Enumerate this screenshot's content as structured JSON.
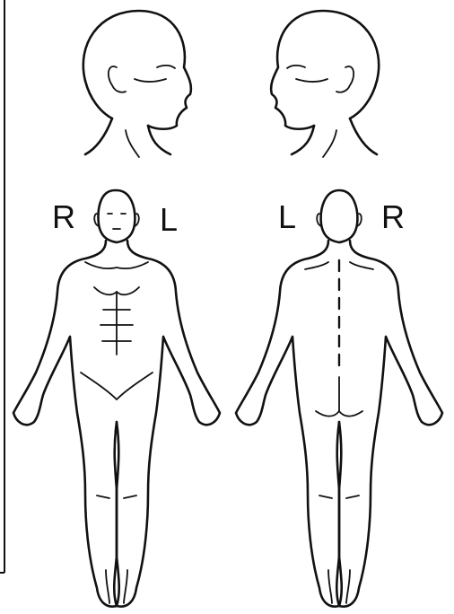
{
  "labels": {
    "front_right": "R",
    "front_left": "L",
    "back_left": "L",
    "back_right": "R"
  },
  "colors": {
    "ink": "#111111",
    "background": "#ffffff"
  }
}
